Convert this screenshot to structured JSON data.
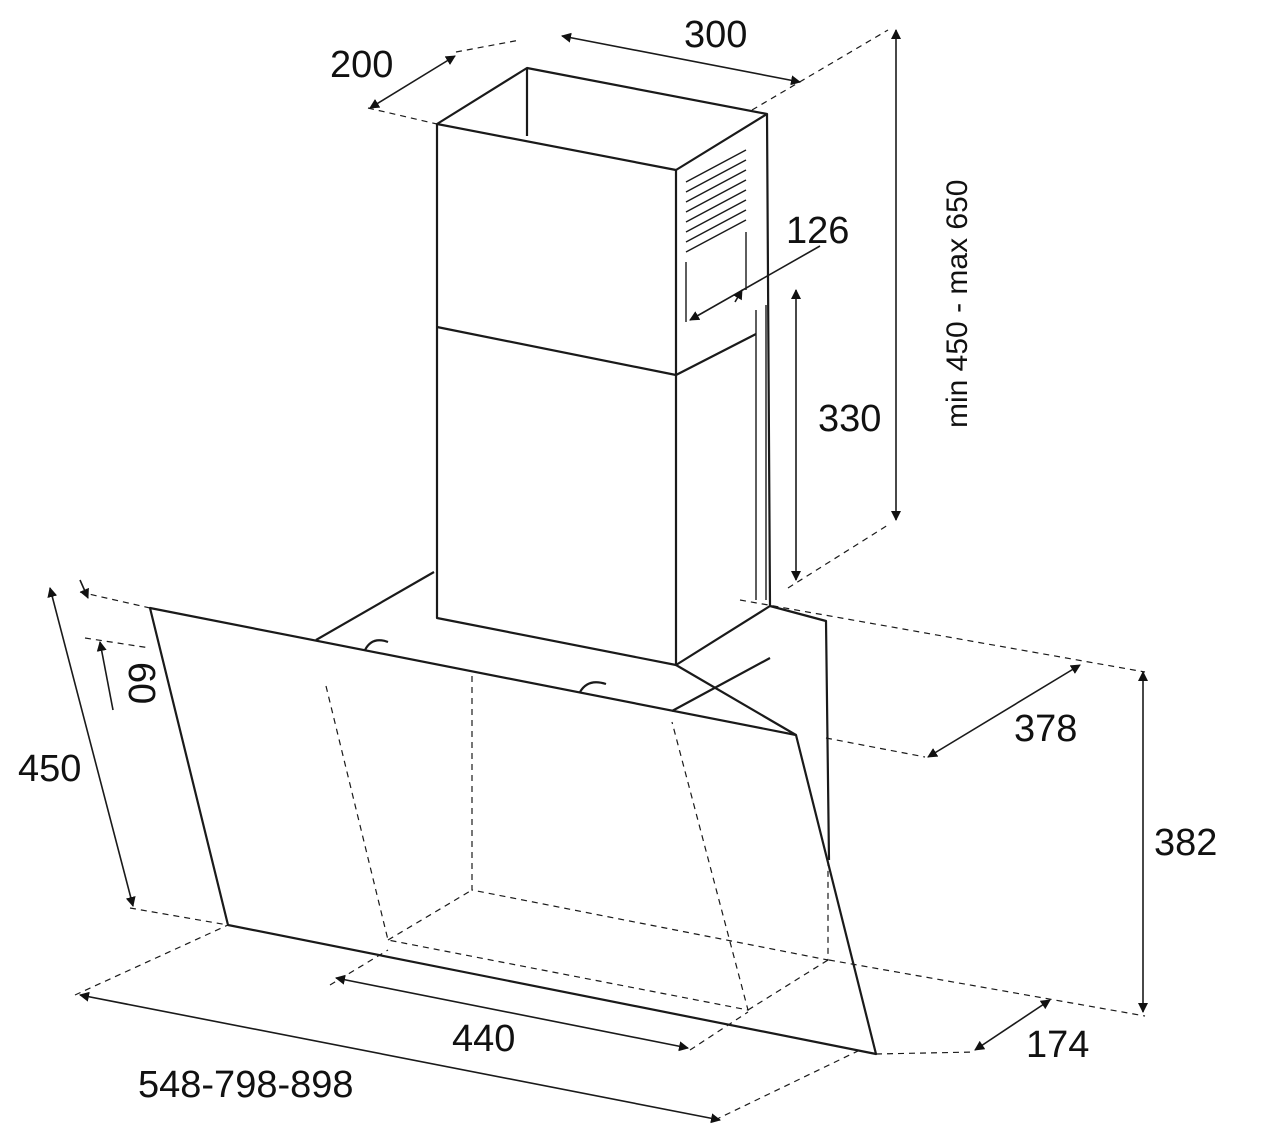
{
  "dimensions": {
    "chimney_width": "300",
    "chimney_depth": "200",
    "vent_offset": "126",
    "vent_height": "330",
    "chimney_height_range": "min 450 - max 650",
    "hood_depth_top": "378",
    "hood_height": "382",
    "hood_depth_bottom": "174",
    "inner_width": "440",
    "hood_widths": "548-798-898",
    "glass_height": "450",
    "glass_offset": "60"
  },
  "colors": {
    "line": "#1a1a1a",
    "background": "#ffffff"
  }
}
